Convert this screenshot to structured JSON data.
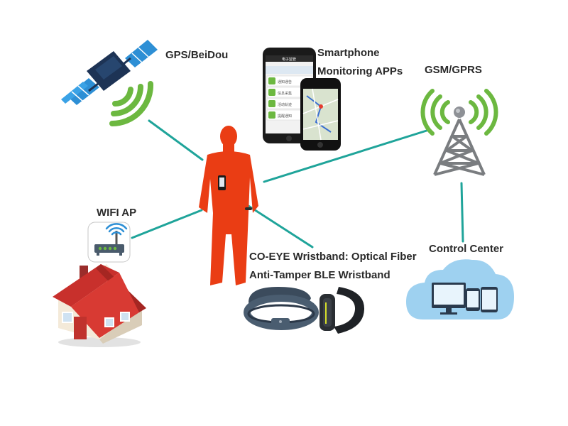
{
  "labels": {
    "gps": "GPS/BeiDou",
    "smartphone": "Smartphone",
    "monitoring_apps": "Monitoring APPs",
    "gsm": "GSM/GPRS",
    "wifi": "WIFI AP",
    "control_center": "Control Center",
    "wristband_line1": "CO-EYE Wristband: Optical Fiber",
    "wristband_line2": "Anti-Tamper BLE Wristband"
  },
  "phone_menu": {
    "title": "电子监管",
    "items": [
      "通知通告",
      "信息采集",
      "活动轨迹",
      "提醒通知"
    ]
  },
  "colors": {
    "connector": "#1fa49a",
    "person": "#ea3d14",
    "signal_green": "#6cb840",
    "satellite_panel": "#2d8fd5",
    "satellite_body": "#1d3355",
    "cloud": "#9ed1f0",
    "house_roof": "#c8302c",
    "label_text": "#2a2a2a"
  },
  "icons": [
    "satellite-icon",
    "smartphone-icon",
    "cell-tower-icon",
    "wifi-router-icon",
    "house-icon",
    "cloud-devices-icon",
    "wristband-icon",
    "person-figure"
  ]
}
